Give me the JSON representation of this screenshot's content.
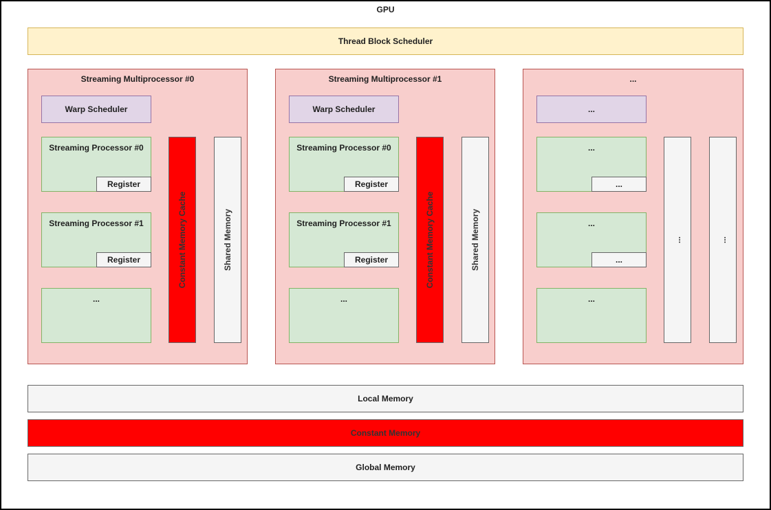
{
  "gpu": {
    "title": "GPU"
  },
  "scheduler": {
    "label": "Thread Block Scheduler"
  },
  "sms": [
    {
      "title": "Streaming Multiprocessor #0",
      "warp_scheduler": "Warp Scheduler",
      "processors": [
        {
          "label": "Streaming Processor #0",
          "register": "Register"
        },
        {
          "label": "Streaming Processor #1",
          "register": "Register"
        },
        {
          "label": "..."
        }
      ],
      "constant_memory_cache": "Constant Memory Cache",
      "shared_memory": "Shared Memory"
    },
    {
      "title": "Streaming Multiprocessor #1",
      "warp_scheduler": "Warp Scheduler",
      "processors": [
        {
          "label": "Streaming Processor #0",
          "register": "Register"
        },
        {
          "label": "Streaming Processor #1",
          "register": "Register"
        },
        {
          "label": "..."
        }
      ],
      "constant_memory_cache": "Constant Memory Cache",
      "shared_memory": "Shared Memory"
    },
    {
      "title": "...",
      "warp_scheduler": "...",
      "processors": [
        {
          "label": "...",
          "register": "..."
        },
        {
          "label": "...",
          "register": "..."
        },
        {
          "label": "..."
        }
      ],
      "constant_memory_cache": "...",
      "shared_memory": "..."
    }
  ],
  "memories": {
    "local": "Local Memory",
    "constant": "Constant Memory",
    "global": "Global Memory"
  },
  "colors": {
    "sm_fill": "#f8cecc",
    "sm_border": "#b85450",
    "processor_fill": "#d5e8d4",
    "processor_border": "#82b366",
    "warp_fill": "#e1d5e7",
    "warp_border": "#9673a6",
    "scheduler_fill": "#fff2cc",
    "scheduler_border": "#d6b656",
    "constant_red": "#ff0000",
    "neutral_fill": "#f5f5f5",
    "neutral_border": "#666666"
  }
}
